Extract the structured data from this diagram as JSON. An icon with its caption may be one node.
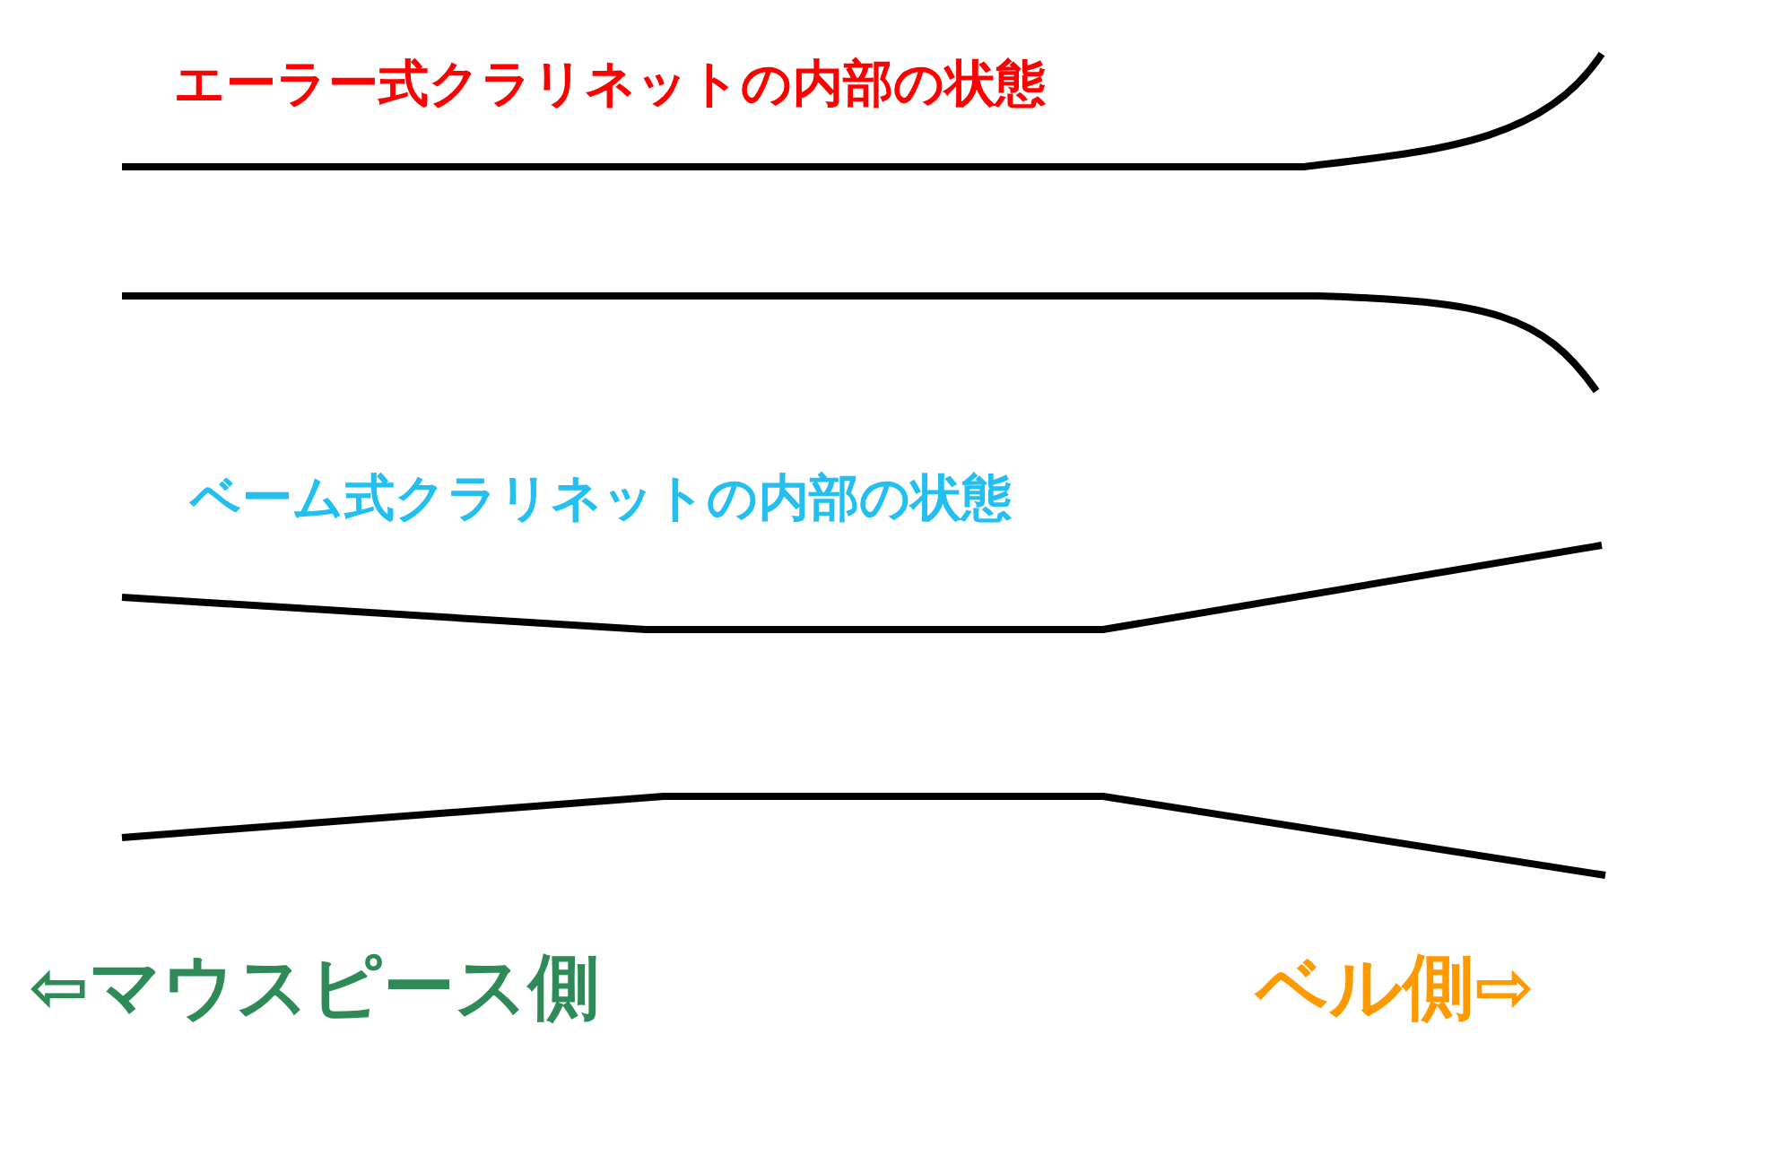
{
  "diagram": {
    "labels": [
      "エーラー式クラリネットの内部の状態",
      "ベーム式クラリネットの内部の状態",
      "⇦マウスピース側",
      "ベル側⇨"
    ]
  }
}
